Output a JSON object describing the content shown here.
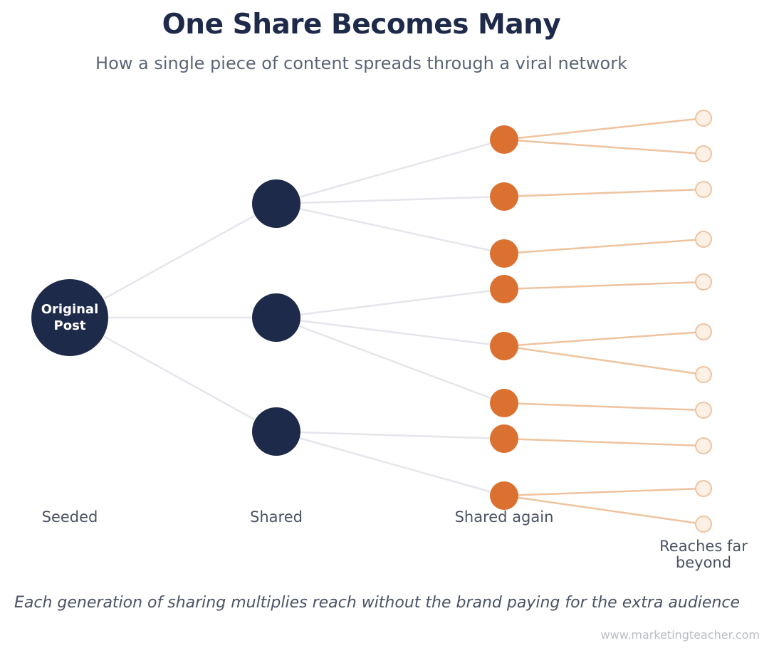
{
  "title": "One Share Becomes Many",
  "subtitle": "How a single piece of content spreads through a viral network",
  "root": {
    "label": "Original Post"
  },
  "stages": [
    {
      "label": "Seeded"
    },
    {
      "label": "Shared"
    },
    {
      "label": "Shared again"
    },
    {
      "label": "Reaches far beyond"
    }
  ],
  "footer": "Each generation of sharing multiplies reach without the brand paying for the extra audience",
  "source": "www.marketingteacher.com",
  "colors": {
    "navy": "#1e2a4a",
    "orange": "#db7130",
    "peach_fill": "#fdf0e4",
    "peach_stroke": "#efc39e",
    "gray_edge": "#e5e5ec",
    "orange_edge": "#efc39e"
  }
}
